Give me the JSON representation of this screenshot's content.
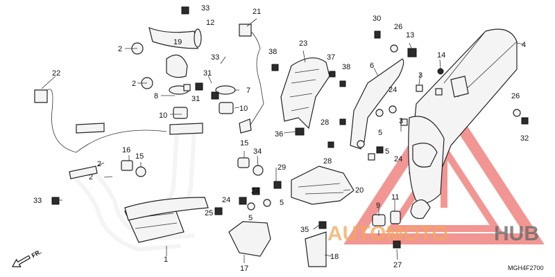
{
  "diagram": {
    "code": "MGH4F2700",
    "direction_label": "FR.",
    "watermark": {
      "part1": "AUTOMOTO",
      "part2": "HUB",
      "color_primary": "#e8413c",
      "color_secondary": "#f2a85a"
    },
    "callouts": [
      "1",
      "2",
      "3",
      "4",
      "5",
      "6",
      "7",
      "8",
      "9",
      "10",
      "11",
      "12",
      "13",
      "14",
      "15",
      "16",
      "17",
      "18",
      "19",
      "20",
      "21",
      "22",
      "23",
      "24",
      "25",
      "26",
      "27",
      "28",
      "29",
      "30",
      "31",
      "32",
      "33",
      "34",
      "35",
      "36",
      "37",
      "38"
    ]
  }
}
